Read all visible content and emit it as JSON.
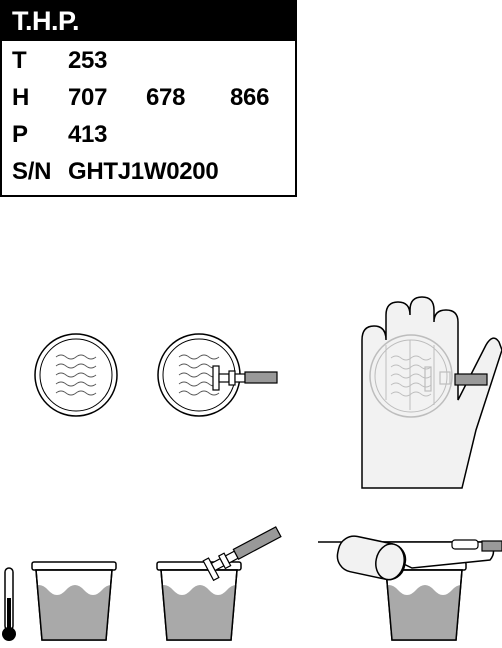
{
  "label": {
    "title": "T.H.P.",
    "rows": [
      {
        "key": "T",
        "values": [
          "253"
        ]
      },
      {
        "key": "H",
        "values": [
          "707",
          "678",
          "866"
        ]
      },
      {
        "key": "P",
        "values": [
          "413"
        ]
      },
      {
        "key": "S/N",
        "values": [
          "GHTJ1W0200"
        ]
      }
    ]
  },
  "illustrations": {
    "top_row": [
      "filter-disc-icon",
      "filter-disc-with-probe-icon",
      "gloved-hand-holding-disc-icon"
    ],
    "bottom_row": [
      "thermometer-icon",
      "cup-of-liquid-icon",
      "cup-with-probe-icon",
      "cup-with-device-icon"
    ],
    "colors": {
      "liquid": "#a9a9a9",
      "glove": "#f2f2f2",
      "stroke": "#000000",
      "faint": "#bdbdbd"
    }
  }
}
